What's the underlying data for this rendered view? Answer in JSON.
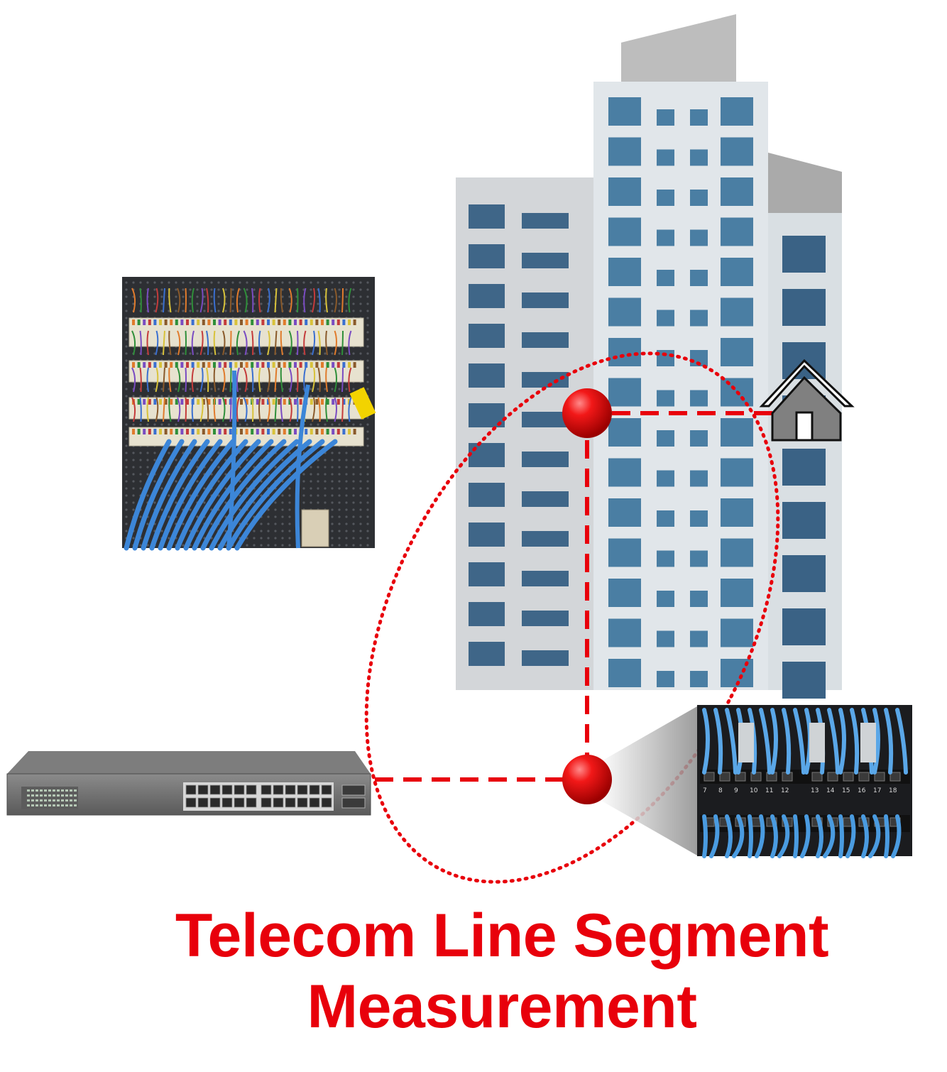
{
  "caption": {
    "line1": "Telecom Line Segment",
    "line2": "Measurement"
  },
  "colors": {
    "accent_red": "#e8000b",
    "window_blue": "#4a7ea3",
    "building_light": "#e1e6ea",
    "building_mid": "#d3d6d9",
    "roof_gray": "#bdbdbd",
    "switch_gray": "#6e6e6e"
  },
  "icons": {
    "house": "house-icon",
    "measure_point": "red-ball-icon"
  },
  "switch_port_numbers_top": [
    "7",
    "8",
    "9",
    "10",
    "11",
    "12",
    "13",
    "14",
    "15",
    "16",
    "17",
    "18"
  ]
}
